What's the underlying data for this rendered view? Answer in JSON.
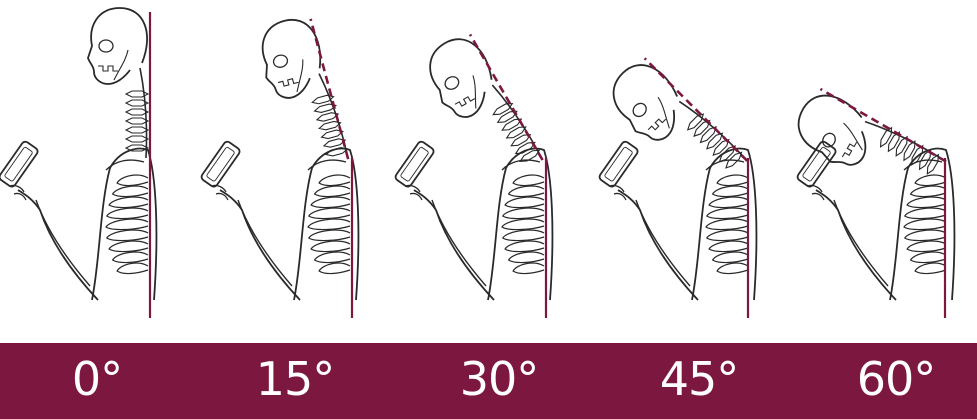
{
  "colors": {
    "accent": "#7c1740",
    "outline": "#2a2a2a",
    "background": "#ffffff",
    "label_text": "#ffffff"
  },
  "panels": [
    {
      "label": "0°",
      "angle": 0
    },
    {
      "label": "15°",
      "angle": 15
    },
    {
      "label": "30°",
      "angle": 30
    },
    {
      "label": "45°",
      "angle": 45
    },
    {
      "label": "60°",
      "angle": 60
    }
  ]
}
